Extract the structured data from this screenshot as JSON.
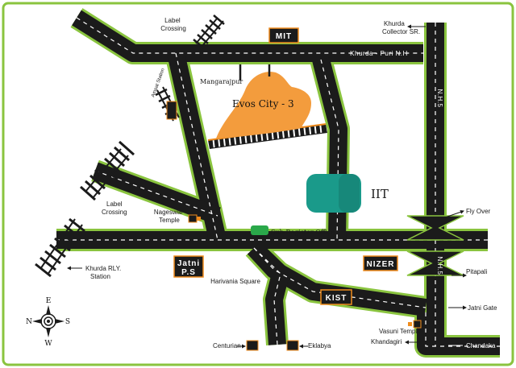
{
  "colors": {
    "background": "#ffffff",
    "road": "#1b1b1b",
    "road_edge": "#8ac43f",
    "road_center": "#ffffff",
    "landmark_badge": "#1b1b1b",
    "badge_border": "#f08c1e",
    "project_area": "#f39c3d",
    "iit_block": "#1a9a8a",
    "sub_register_office": "#2aa84a",
    "border": "#8ac43f",
    "arrow": "#1a1a1a"
  },
  "roads": {
    "khurda_puri_nh": "Khurda - Puri N.H",
    "nh5_north": "N.H.5",
    "nh5_south": "N.H.5"
  },
  "badges": {
    "mit": "MIT",
    "jatni_ps_line1": "Jatni",
    "jatni_ps_line2": "P.S",
    "nizer": "NIZER",
    "kist": "KIST"
  },
  "places": {
    "label_crossing_top": [
      "Label",
      "Crossing"
    ],
    "khurda_collector": [
      "Khurda",
      "Collector SR."
    ],
    "mangarajpur": "Mangarajpur",
    "ampat_station": "Ampat Station",
    "evos_city": "Evos City - 3",
    "iit": "IIT",
    "label_crossing_left": [
      "Label",
      "Crossing"
    ],
    "nageswar_temple": [
      "Nageswar",
      "Temple"
    ],
    "sub_register_office": "Sub-Register Office",
    "fly_over": "Fly Over",
    "khurda_rly_station": [
      "Khurda RLY.",
      "Station"
    ],
    "pitapali": "Pitapali",
    "harivania_square": "Harivania Square",
    "jatni_gate": "Jatni Gate",
    "vasuni_temple": "Vasuni Temple",
    "khandagiri": "Khandagiri",
    "chandaka": "Chandaka",
    "centurian": "Centurian",
    "eklabya": "Eklabya"
  },
  "compass": {
    "n": "N",
    "s": "S",
    "e": "E",
    "w": "W"
  }
}
